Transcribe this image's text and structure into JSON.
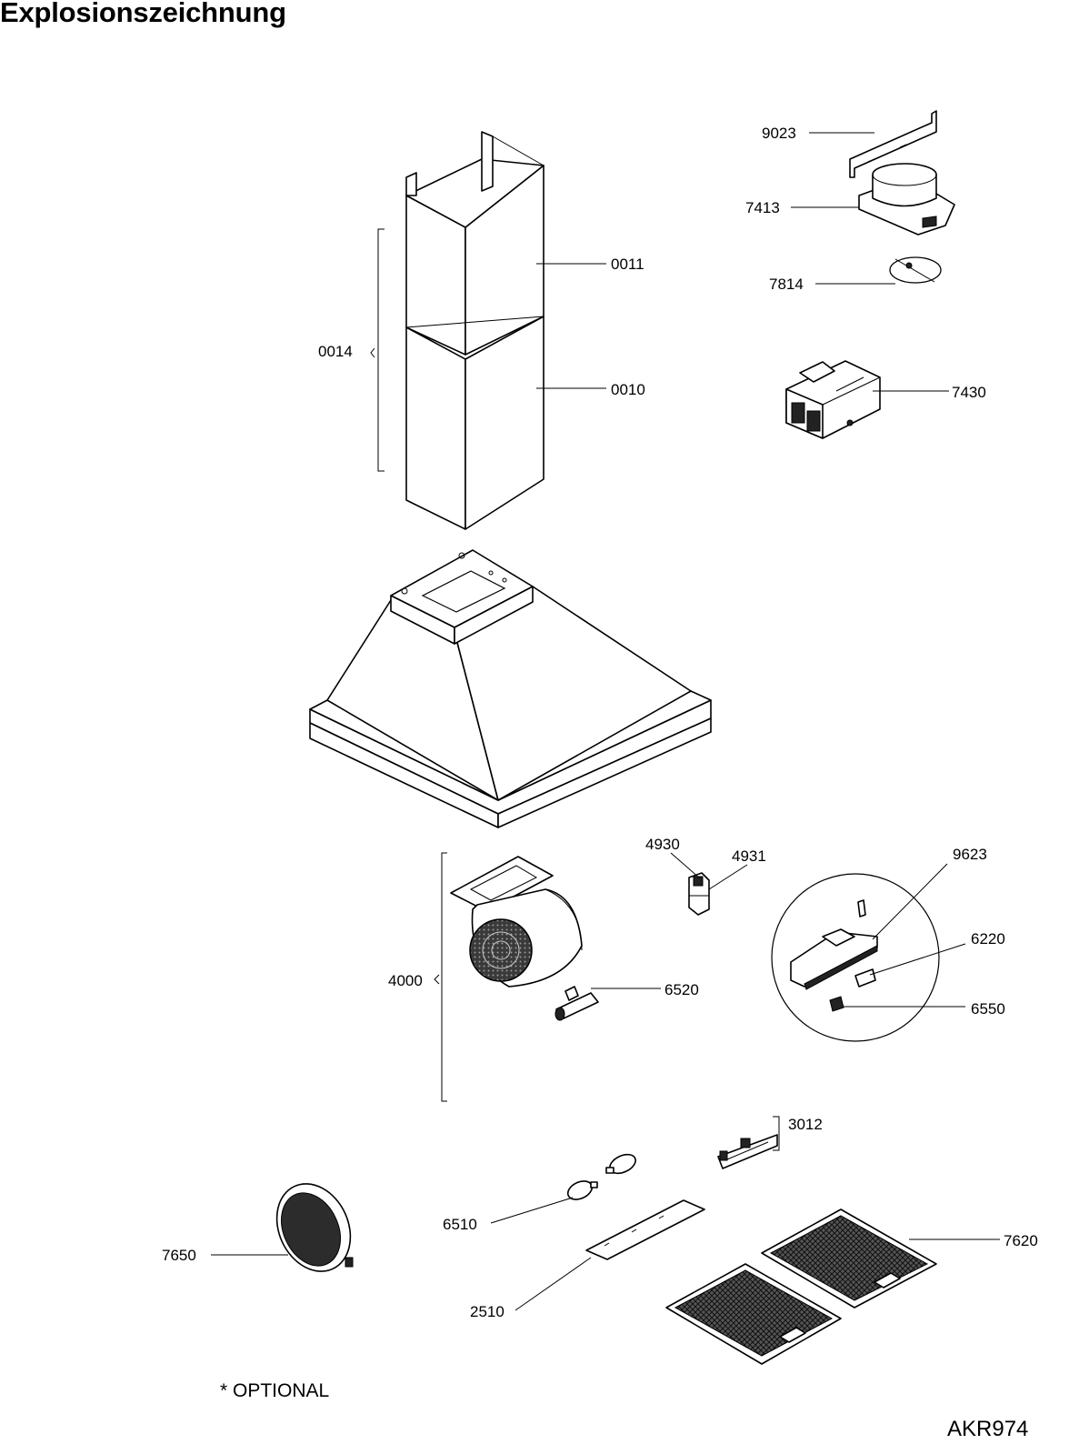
{
  "title": "Explosionszeichnung",
  "parts": {
    "p9023": "9023",
    "p7413": "7413",
    "p7814": "7814",
    "p7430": "7430",
    "p0011": "0011",
    "p0010": "0010",
    "p0014": "0014",
    "p4930": "4930",
    "p4931": "4931",
    "p9623": "9623",
    "p6220": "6220",
    "p6550": "6550",
    "p6520": "6520",
    "p4000": "4000",
    "p3012": "3012",
    "p6510": "6510",
    "p7620": "7620",
    "p7650": "7650",
    "p2510": "2510"
  },
  "footer": {
    "note": "* OPTIONAL",
    "code": "AKR974"
  }
}
